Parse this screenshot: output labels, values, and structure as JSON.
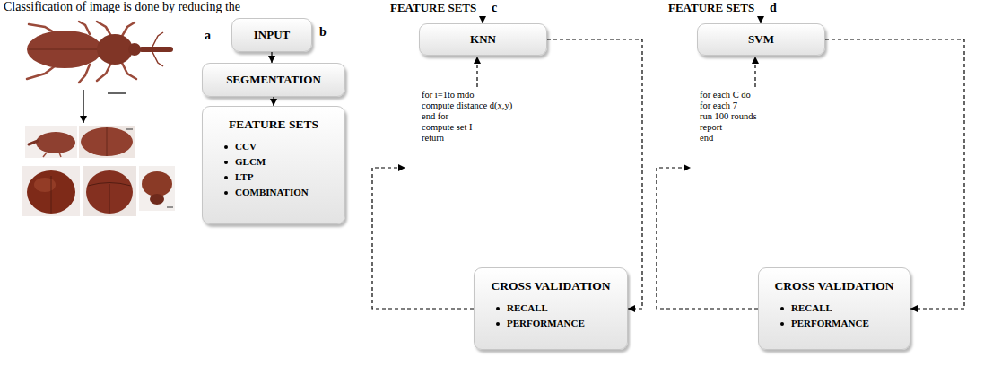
{
  "diagram": {
    "nodes": [
      {
        "text": [
          "INPUT"
        ]
      },
      {
        "text": [
          "SEGMENTATION"
        ]
      },
      {
        "text": [
          "FEATURE SETS",
          "CCV",
          "GLCM",
          "LTP",
          "COMBINATION"
        ]
      },
      {
        "text": [
          "KNN"
        ]
      },
      {
        "text": [
          "CROSS VALIDATION",
          "RECALL",
          "PERFORMANCE"
        ]
      },
      {
        "text": [
          "SVM"
        ]
      },
      {
        "text": [
          "CROSS VALIDATION",
          "RECALL",
          "PERFORMANCE"
        ]
      }
    ],
    "edges": [
      {
        "from": 0,
        "to": 1,
        "arrow": "to"
      },
      {
        "from": 1,
        "to": 2,
        "arrow": "to"
      },
      {
        "from": 3,
        "to": 4,
        "arrow": "to"
      },
      {
        "from": 5,
        "to": 6,
        "arrow": "to"
      }
    ],
    "labels": [
      "Classification of image is done by reducing the",
      "a",
      "b",
      "FEATURE SETS",
      "c",
      "for i=1to mdo",
      "compute distance d(x,y)",
      "end for",
      "compute set I",
      "return",
      "FEATURE SETS",
      "d",
      "for each C do",
      "for each 7",
      "run 100 rounds",
      "report",
      "end"
    ]
  }
}
